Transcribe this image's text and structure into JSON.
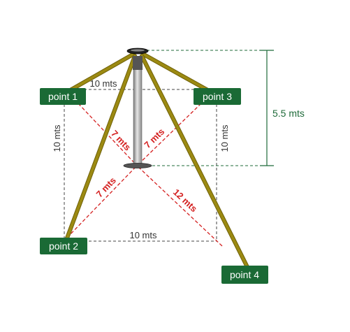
{
  "colors": {
    "rope": "#9c8a12",
    "rope_edge": "#6e6008",
    "badge": "#1a6a35",
    "badge_text": "#ffffff",
    "red_dash": "#d42020",
    "green_line": "#1f6b3a",
    "mast": "#a8a8a8"
  },
  "points": {
    "p1": "point 1",
    "p2": "point 2",
    "p3": "point 3",
    "p4": "point 4"
  },
  "measurements": {
    "top_side": "10 mts",
    "bottom_side": "10 mts",
    "left_side": "10 mts",
    "right_side": "10 mts",
    "to_point1": "7 mts",
    "to_point3": "7 mts",
    "to_point2": "7 mts",
    "to_point4": "12 mts",
    "height": "5.5 mts"
  }
}
